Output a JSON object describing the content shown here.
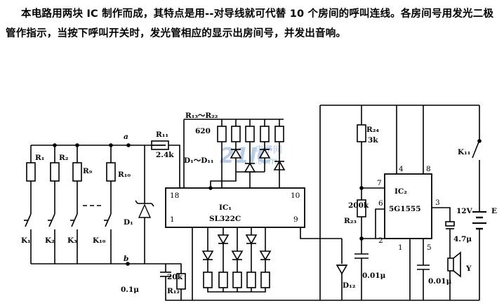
{
  "description": "本电路用两块 IC 制作而成，其特点是用--对导线就可代替 10 个房间的呼叫连线。各房间号用发光二极管作指示，当按下呼叫开关时，发光管相应的显示出房间号，并发出音响。",
  "watermark": {
    "brand": "21IC",
    "site_cn": "电子网",
    "domain": ".com"
  },
  "labels": {
    "r1": "R₁",
    "r2": "R₂",
    "r9": "R₉",
    "r10": "R₁₀",
    "k1": "K₁",
    "k2": "K₂",
    "k3": "K₃",
    "k10": "K₁₀",
    "node_a": "a",
    "node_b": "b",
    "r11": "R₁₁",
    "r11_val": "2.4k",
    "r13_22": "R₁₃～R₂₂",
    "r13_22_val": "620",
    "d1_11": "D₁～D₁₁",
    "d1": "D₁",
    "ic1": "IC₁",
    "ic1_part": "SL322C",
    "ic1_pin18": "18",
    "ic1_pin10": "10",
    "ic1_pin1": "1",
    "ic1_pin9": "9",
    "r12": "R₁₂",
    "r12_val": "20k",
    "c1_val": "0.1μ",
    "r24": "R₂₄",
    "r24_val": "3k",
    "r23": "R₂₃",
    "r23_val": "200k",
    "d12": "D₁₂",
    "c2_val": "0.01μ",
    "ic2": "IC₂",
    "ic2_part": "5G1555",
    "ic2_pin4": "4",
    "ic2_pin8": "8",
    "ic2_pin7": "7",
    "ic2_pin6": "6",
    "ic2_pin2": "2",
    "ic2_pin1": "1",
    "ic2_pin5": "5",
    "ic2_pin3": "3",
    "c3_val": "0.01μ",
    "c4_val": "4.7μ",
    "k11": "K₁₁",
    "batt": "12V",
    "batt_e": "E",
    "speaker": "Y"
  }
}
